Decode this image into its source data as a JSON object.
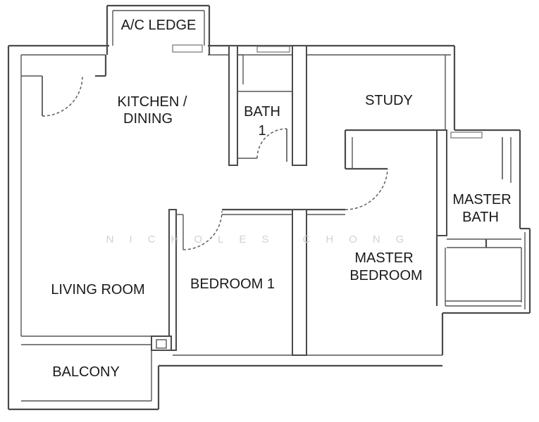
{
  "floor_plan": {
    "rooms": {
      "ac_ledge": "A/C LEDGE",
      "kitchen_line1": "KITCHEN /",
      "kitchen_line2": "DINING",
      "bath1_line1": "BATH",
      "bath1_line2": "1",
      "study": "STUDY",
      "master_bath_line1": "MASTER",
      "master_bath_line2": "BATH",
      "master_bed_line1": "MASTER",
      "master_bed_line2": "BEDROOM",
      "bedroom1": "BEDROOM 1",
      "living_room": "LIVING ROOM",
      "balcony": "BALCONY"
    },
    "watermark": "NICHOLES CHONG"
  }
}
